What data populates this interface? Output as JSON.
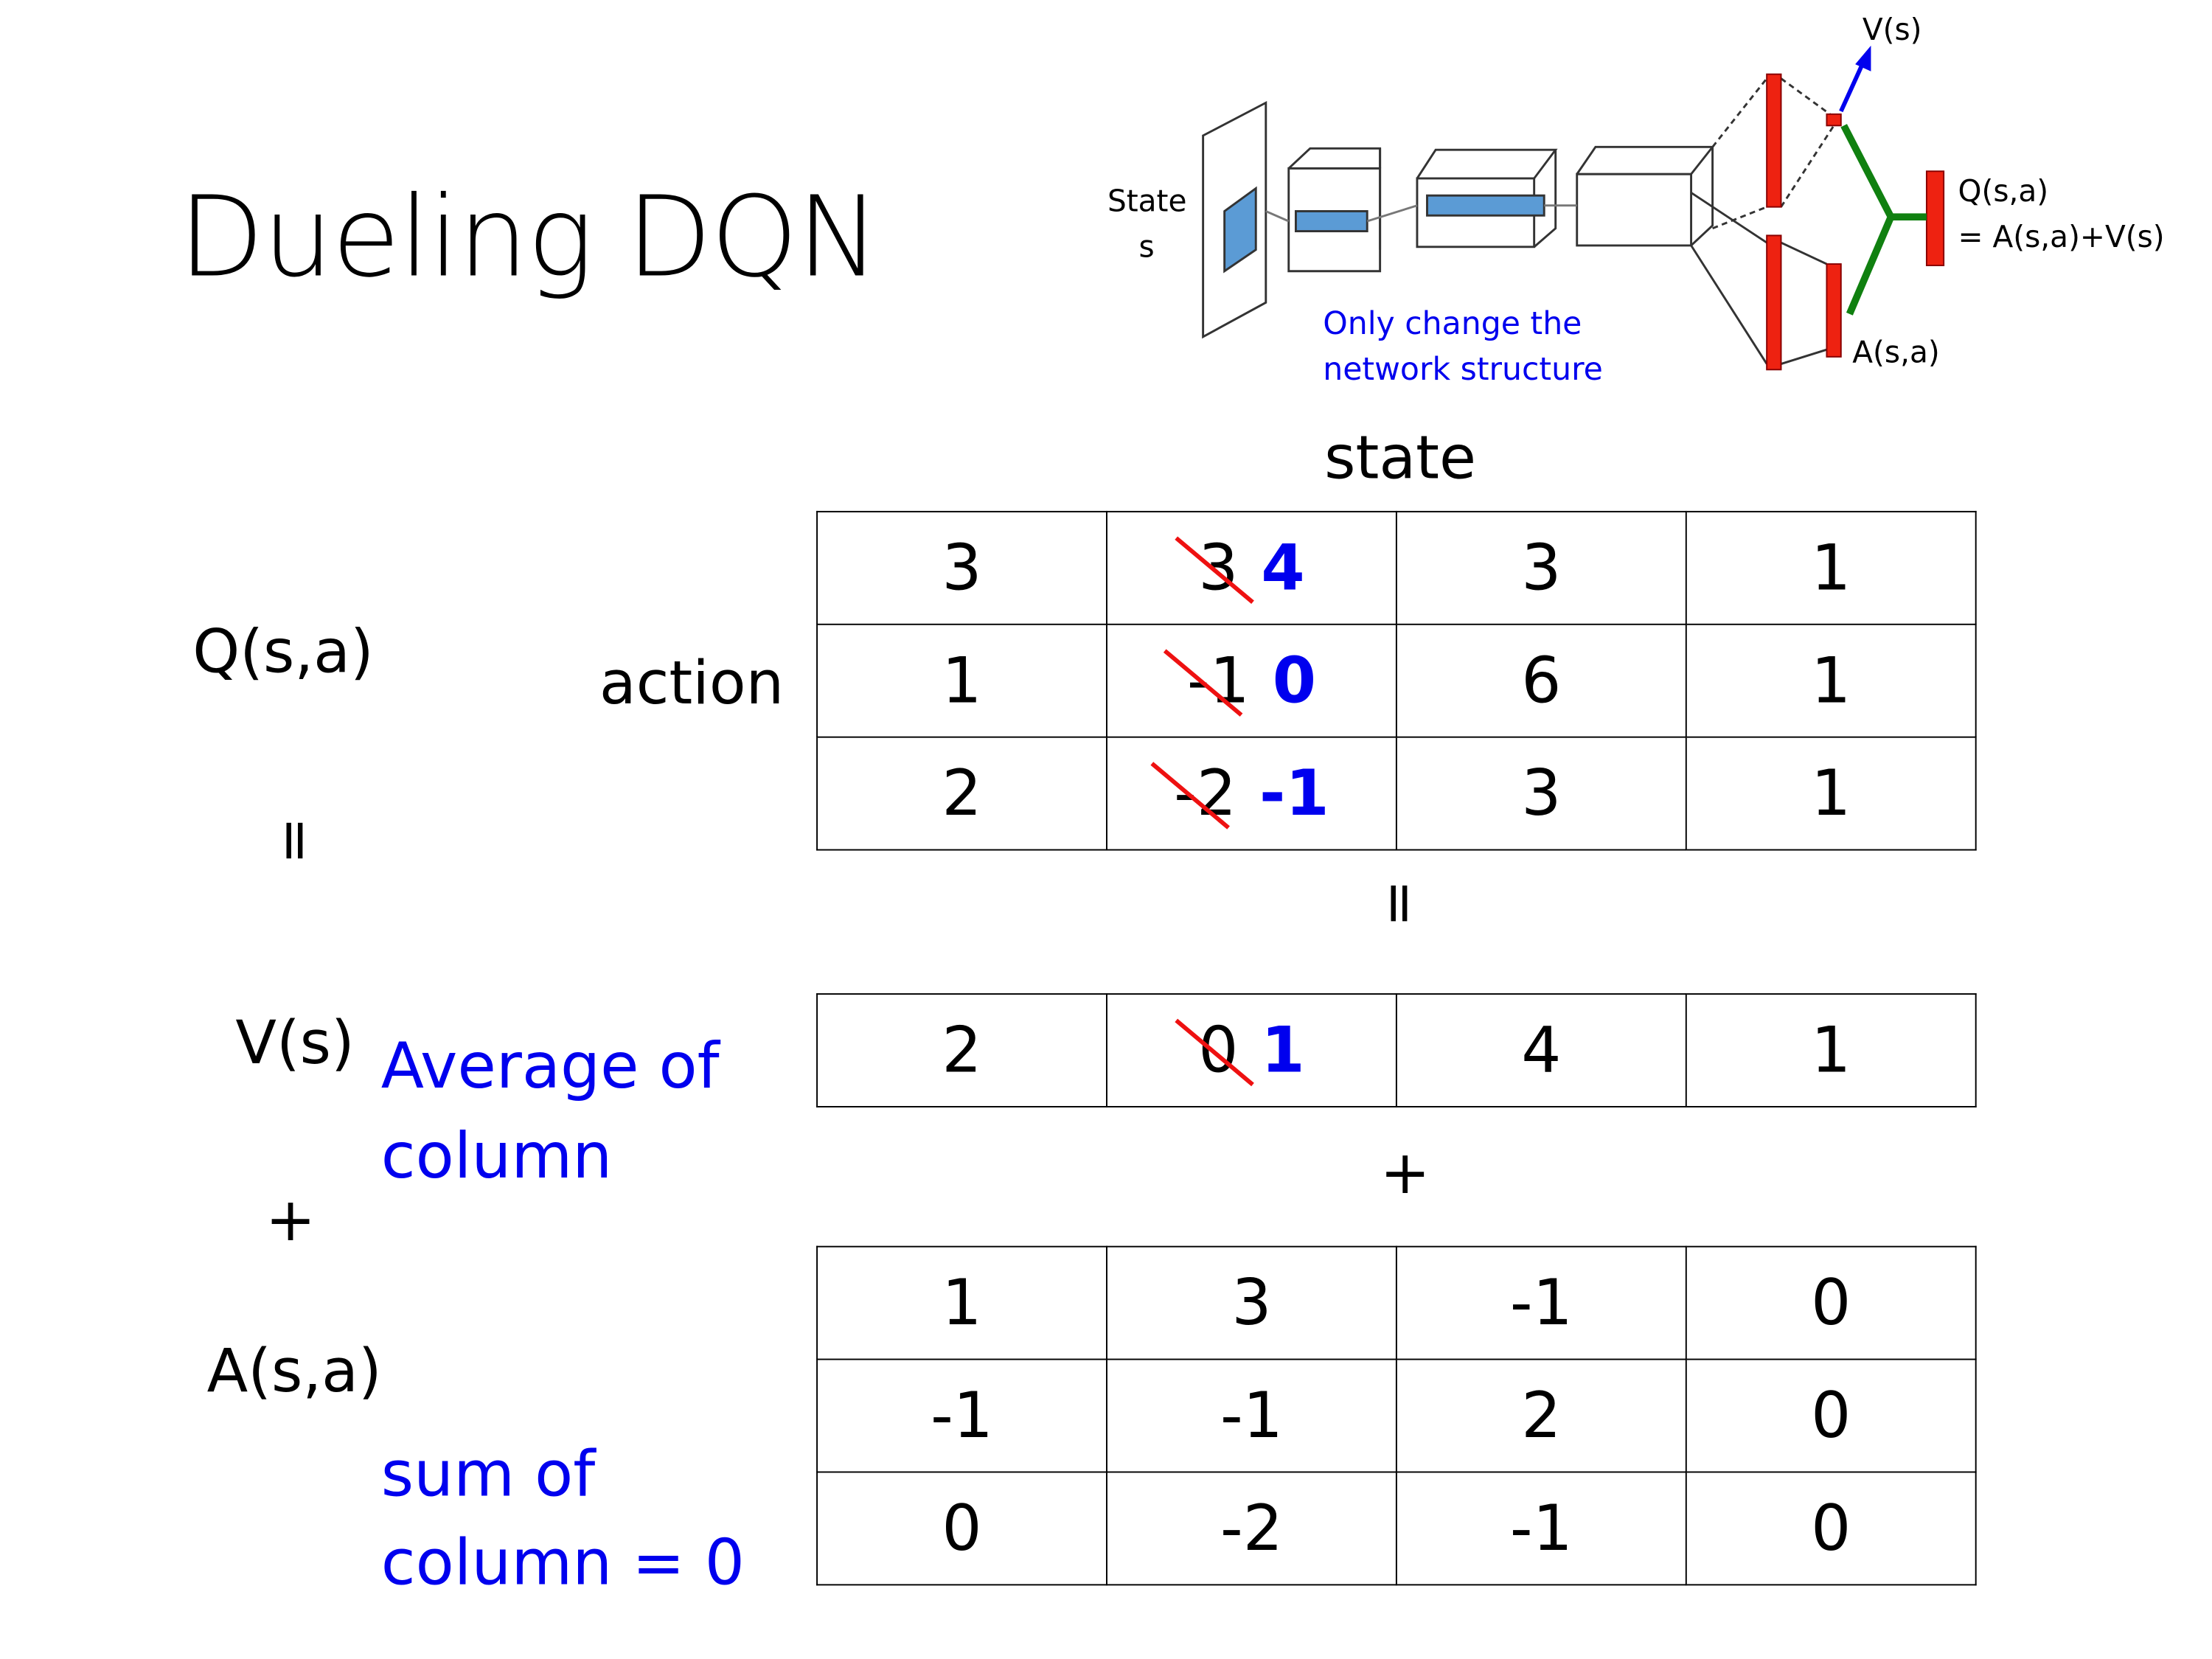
{
  "title": "Dueling DQN",
  "diagram": {
    "state_label": "State",
    "state_var": "s",
    "note_line1": "Only change the",
    "note_line2": "network structure",
    "v_label": "V(s)",
    "q_label": "Q(s,a)",
    "q_formula": "= A(s,a)+V(s)",
    "a_label": "A(s,a)",
    "colors": {
      "layer": "#5b9bd5",
      "stream": "#ee2211",
      "arrow": "#0000ee",
      "combine": "#108010"
    }
  },
  "labels": {
    "state": "state",
    "action": "action",
    "q": "Q(s,a)",
    "v": "V(s)",
    "a": "A(s,a)",
    "equals": "=",
    "plus": "+",
    "avg_line1": "Average of",
    "avg_line2": "column",
    "sum_line1": "sum of",
    "sum_line2": "column = 0"
  },
  "q_table": [
    [
      {
        "v": "3"
      },
      {
        "old": "3",
        "new": "4"
      },
      {
        "v": "3"
      },
      {
        "v": "1"
      }
    ],
    [
      {
        "v": "1"
      },
      {
        "old": "-1",
        "new": "0"
      },
      {
        "v": "6"
      },
      {
        "v": "1"
      }
    ],
    [
      {
        "v": "2"
      },
      {
        "old": "-2",
        "new": "-1"
      },
      {
        "v": "3"
      },
      {
        "v": "1"
      }
    ]
  ],
  "v_table": [
    [
      {
        "v": "2"
      },
      {
        "old": "0",
        "new": "1"
      },
      {
        "v": "4"
      },
      {
        "v": "1"
      }
    ]
  ],
  "a_table": [
    [
      {
        "v": "1"
      },
      {
        "v": "3"
      },
      {
        "v": "-1"
      },
      {
        "v": "0"
      }
    ],
    [
      {
        "v": "-1"
      },
      {
        "v": "-1"
      },
      {
        "v": "2"
      },
      {
        "v": "0"
      }
    ],
    [
      {
        "v": "0"
      },
      {
        "v": "-2"
      },
      {
        "v": "-1"
      },
      {
        "v": "0"
      }
    ]
  ]
}
